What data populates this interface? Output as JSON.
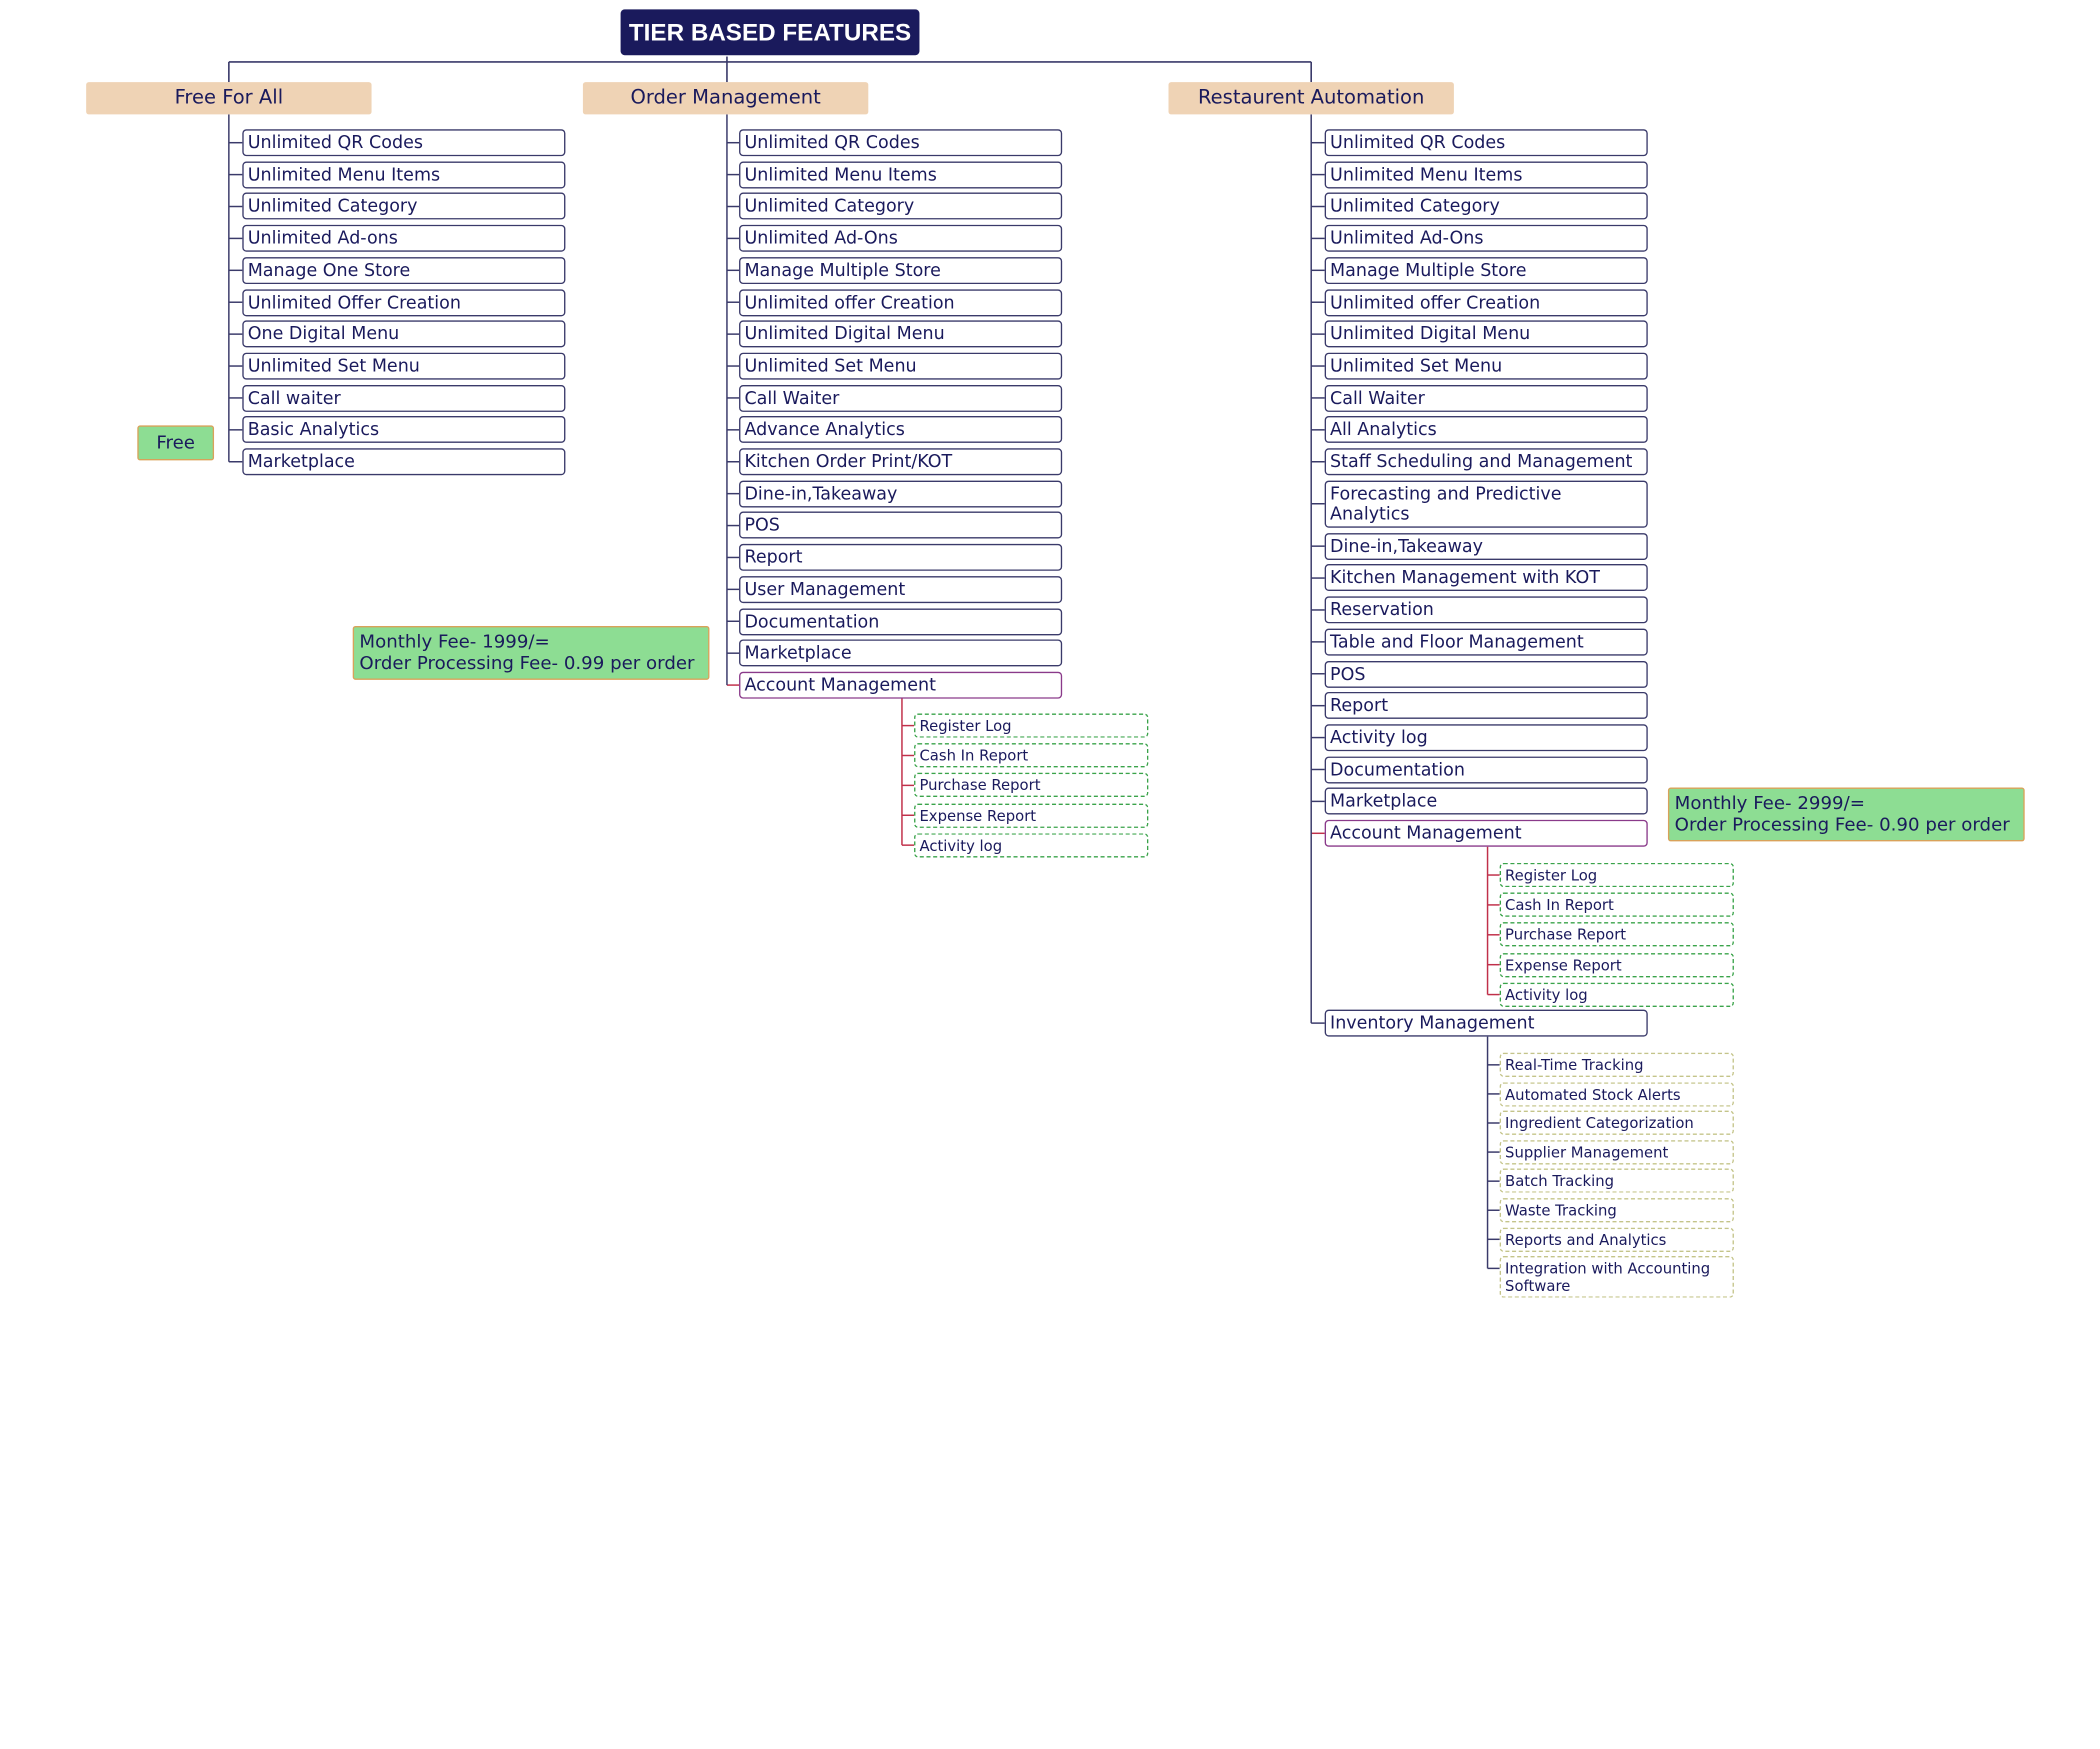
{
  "title": "TIER BASED FEATURES",
  "tiers": [
    {
      "name": "Free For All",
      "features": [
        "Unlimited QR Codes",
        "Unlimited Menu Items",
        "Unlimited Category",
        "Unlimited Ad-ons",
        "Manage One Store",
        "Unlimited Offer Creation",
        "One Digital Menu",
        "Unlimited Set Menu",
        "Call waiter",
        "Basic Analytics",
        "Marketplace"
      ],
      "badge": "Free"
    },
    {
      "name": "Order Management",
      "features": [
        "Unlimited QR Codes",
        "Unlimited Menu Items",
        "Unlimited Category",
        "Unlimited Ad-Ons",
        "Manage Multiple Store",
        "Unlimited offer Creation",
        "Unlimited Digital Menu",
        "Unlimited Set Menu",
        "Call Waiter",
        "Advance Analytics",
        "Kitchen Order Print/KOT",
        "Dine-in,Takeaway",
        "POS",
        "Report",
        "User Management",
        "Documentation",
        "Marketplace",
        "Account Management"
      ],
      "account_sub": [
        "Register Log",
        "Cash In Report",
        "Purchase Report",
        "Expense Report",
        "Activity log"
      ],
      "fee_line1": "Monthly Fee- 1999/=",
      "fee_line2": "Order Processing Fee- 0.99 per order"
    },
    {
      "name": "Restaurent Automation",
      "features": [
        "Unlimited QR Codes",
        "Unlimited Menu Items",
        "Unlimited Category",
        "Unlimited Ad-Ons",
        "Manage Multiple Store",
        "Unlimited offer Creation",
        "Unlimited Digital Menu",
        "Unlimited Set Menu",
        "Call Waiter",
        "All Analytics",
        "Staff Scheduling and Management",
        "Forecasting and Predictive Analytics",
        "Dine-in,Takeaway",
        "Kitchen Management with KOT",
        "Reservation",
        "Table and Floor Management",
        "POS",
        "Report",
        "Activity log",
        "Documentation",
        "Marketplace",
        "Account Management",
        "Inventory Management"
      ],
      "account_sub": [
        "Register Log",
        "Cash In Report",
        "Purchase Report",
        "Expense Report",
        "Activity log"
      ],
      "inventory_sub": [
        "Real-Time Tracking",
        "Automated Stock Alerts",
        "Ingredient Categorization",
        "Supplier Management",
        "Batch Tracking",
        "Waste Tracking",
        "Reports and Analytics",
        "Integration with Accounting Software"
      ],
      "fee_line1": "Monthly Fee- 2999/=",
      "fee_line2": "Order Processing Fee- 0.90 per order"
    }
  ],
  "colors": {
    "title_bg": "#1a1a5c",
    "tier_bg": "#efd3b5",
    "fee_bg": "#8ddd93",
    "connector": "#3a3a6a",
    "account_connector": "#c0304a"
  }
}
